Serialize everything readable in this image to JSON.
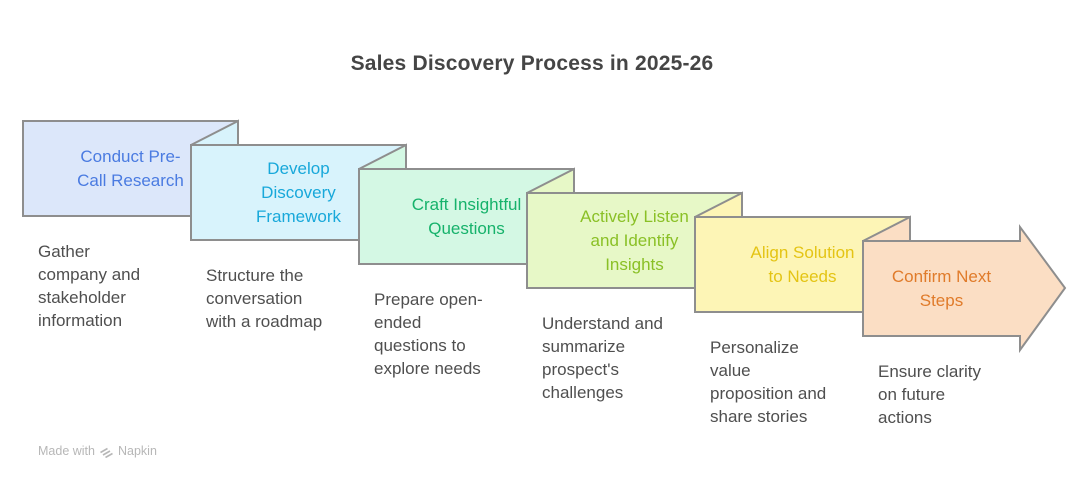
{
  "title": "Sales Discovery Process in 2025-26",
  "palette": {
    "shape_border": "#8e8e8e",
    "title_text": "#454545",
    "description_text": "#4f4f4f",
    "watermark_text": "#b7b7b7"
  },
  "steps": [
    {
      "label": "Conduct Pre-\nCall Research",
      "description": "Gather\ncompany and\nstakeholder\ninformation",
      "fill": "#dce7fa",
      "label_color": "#4a7be1"
    },
    {
      "label": "Develop\nDiscovery\nFramework",
      "description": "Structure the\nconversation\nwith a roadmap",
      "fill": "#d8f3fc",
      "label_color": "#18a8da"
    },
    {
      "label": "Craft Insightful\nQuestions",
      "description": "Prepare open-\nended\nquestions to\nexplore needs",
      "fill": "#d4f8e4",
      "label_color": "#16b26b"
    },
    {
      "label": "Actively Listen\nand Identify\nInsights",
      "description": "Understand and\nsummarize\nprospect's\nchallenges",
      "fill": "#e7f8c7",
      "label_color": "#8ac026"
    },
    {
      "label": "Align Solution\nto Needs",
      "description": "Personalize\nvalue\nproposition and\nshare stories",
      "fill": "#fdf5b6",
      "label_color": "#e4c414"
    },
    {
      "label": "Confirm Next\nSteps",
      "description": "Ensure clarity\non future\nactions",
      "fill": "#fbdec4",
      "label_color": "#e07b2a"
    }
  ],
  "watermark": {
    "prefix": "Made with",
    "brand": "Napkin",
    "icon": "napkin-logo-icon"
  }
}
